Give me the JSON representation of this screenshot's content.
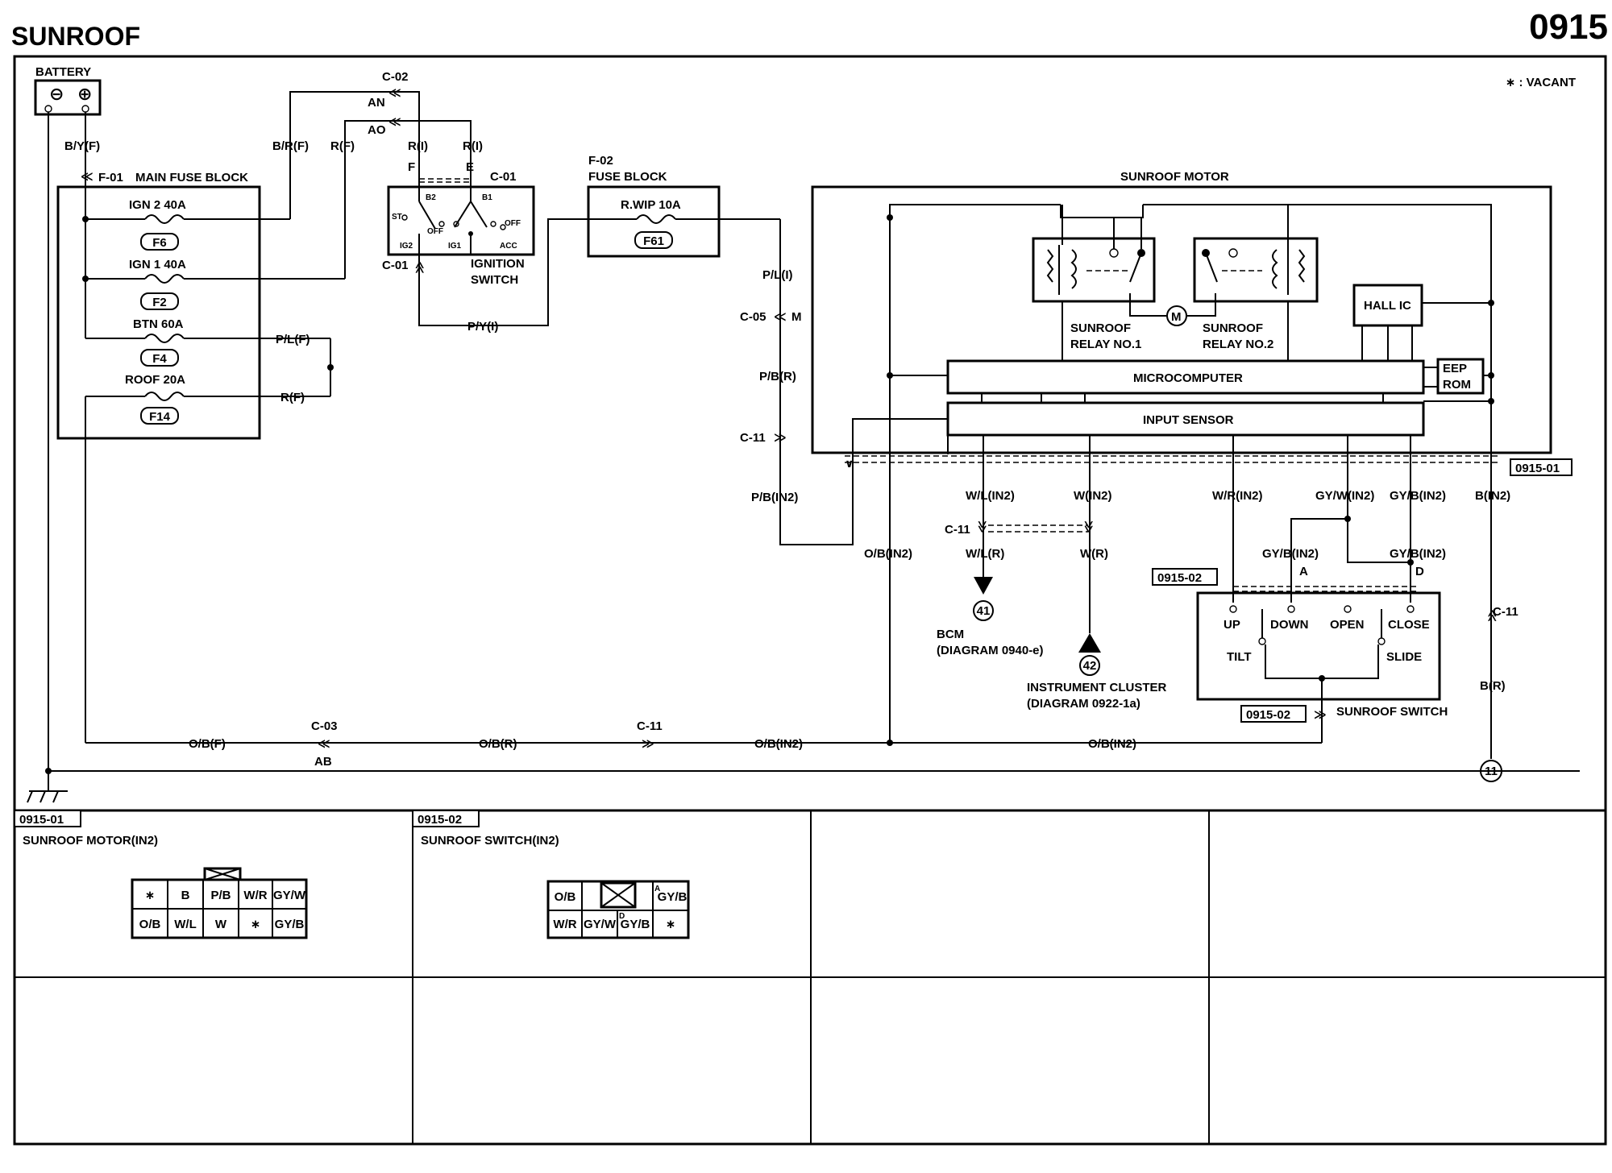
{
  "page": {
    "title": "SUNROOF",
    "number": "0915",
    "legend": "∗ : VACANT"
  },
  "battery": {
    "label": "BATTERY",
    "minus": "⊖",
    "plus": "⊕"
  },
  "main_fuse_block": {
    "connector": "F-01",
    "title": "MAIN FUSE BLOCK",
    "fuses": [
      {
        "name": "IGN 2 40A",
        "id": "F6"
      },
      {
        "name": "IGN 1 40A",
        "id": "F2"
      },
      {
        "name": "BTN 60A",
        "id": "F4"
      },
      {
        "name": "ROOF 20A",
        "id": "F14"
      }
    ]
  },
  "fuse_block": {
    "connector": "F-02",
    "title": "FUSE BLOCK",
    "fuse": "R.WIP 10A",
    "id": "F61"
  },
  "ignition_switch": {
    "title": "IGNITION",
    "title2": "SWITCH",
    "terminals": [
      "B2",
      "B1",
      "ST",
      "IG2",
      "IG1",
      "ACC",
      "OFF",
      "OFF"
    ],
    "pins": [
      "F",
      "E"
    ]
  },
  "connectors": {
    "c02": "C-02",
    "an": "AN",
    "ao": "AO",
    "c01": "C-01",
    "c05": "C-05",
    "m": "M",
    "c11": "C-11",
    "c03": "C-03",
    "ab": "AB"
  },
  "wires": {
    "by_f": "B/Y(F)",
    "br_f": "B/R(F)",
    "r_f": "R(F)",
    "r_i": "R(I)",
    "py_i": "P/Y(I)",
    "pl_f": "P/L(F)",
    "pl_i": "P/L(I)",
    "pb_r": "P/B(R)",
    "pb_in2": "P/B(IN2)",
    "ob_f": "O/B(F)",
    "ob_r": "O/B(R)",
    "ob_in2": "O/B(IN2)",
    "wl_in2": "W/L(IN2)",
    "wl_r": "W/L(R)",
    "w_in2": "W(IN2)",
    "w_r": "W(R)",
    "wr_in2": "W/R(IN2)",
    "gyw_in2": "GY/W(IN2)",
    "gyb_in2": "GY/B(IN2)",
    "b_in2": "B(IN2)",
    "b_r": "B(R)"
  },
  "sunroof_motor": {
    "title": "SUNROOF MOTOR",
    "relay1": [
      "SUNROOF",
      "RELAY NO.1"
    ],
    "relay2": [
      "SUNROOF",
      "RELAY NO.2"
    ],
    "motor": "M",
    "hall": "HALL IC",
    "micro": "MICROCOMPUTER",
    "eeprom": [
      "EEP",
      "ROM"
    ],
    "input": "INPUT SENSOR"
  },
  "refs": {
    "r1": "0915-01",
    "r2": "0915-02"
  },
  "bcm": {
    "num": "41",
    "label": "BCM",
    "sub": "(DIAGRAM 0940-e)"
  },
  "cluster": {
    "num": "42",
    "label": "INSTRUMENT CLUSTER",
    "sub": "(DIAGRAM 0922-1a)"
  },
  "sunroof_switch": {
    "title": "SUNROOF SWITCH",
    "pins": [
      "UP",
      "DOWN",
      "OPEN",
      "CLOSE"
    ],
    "tilt": "TILT",
    "slide": "SLIDE",
    "a": "A",
    "d": "D"
  },
  "ground": {
    "num": "11"
  },
  "connector_views": [
    {
      "ref": "0915-01",
      "title": "SUNROOF MOTOR(IN2)",
      "row1": [
        "∗",
        "B",
        "P/B",
        "W/R",
        "GY/W"
      ],
      "row2": [
        "O/B",
        "W/L",
        "W",
        "∗",
        "GY/B"
      ]
    },
    {
      "ref": "0915-02",
      "title": "SUNROOF SWITCH(IN2)",
      "row1": [
        "O/B",
        "",
        "GY/B"
      ],
      "row2": [
        "W/R",
        "GY/W",
        "GY/B",
        "∗"
      ],
      "a": "A",
      "d": "D"
    }
  ]
}
